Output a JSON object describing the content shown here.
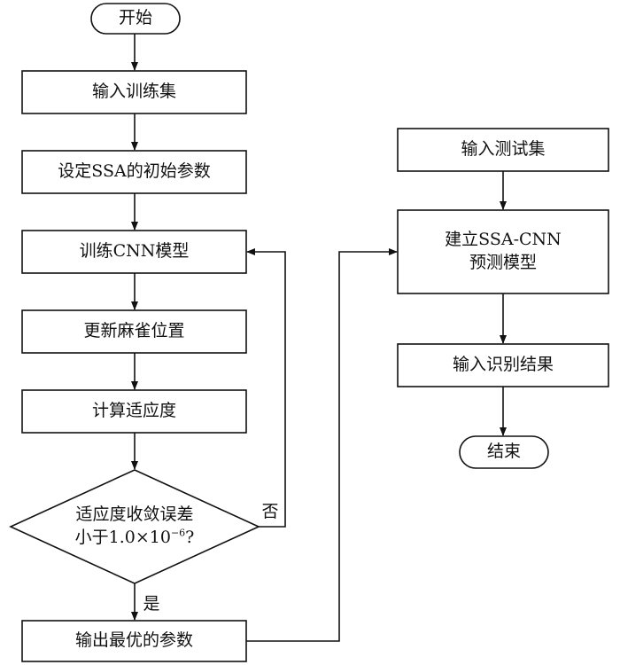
{
  "nodes": {
    "start": "开始",
    "input_train": "输入训练集",
    "set_params": "设定SSA的初始参数",
    "train_cnn": "训练CNN模型",
    "update_pos": "更新麻雀位置",
    "calc_fitness": "计算适应度",
    "decision_line1": "适应度收敛误差",
    "decision_line2": "小于1.0×10",
    "decision_exp": "−6",
    "decision_q": "?",
    "output_params": "输出最优的参数",
    "input_test": "输入测试集",
    "build_model": "建立SSA-CNN\n预测模型",
    "output_result": "输入识别结果",
    "end": "结束"
  },
  "branches": {
    "no": "否",
    "yes": "是"
  },
  "colors": {
    "stroke": "#111111",
    "box_fill": "#ffffff",
    "text": "#111111"
  }
}
